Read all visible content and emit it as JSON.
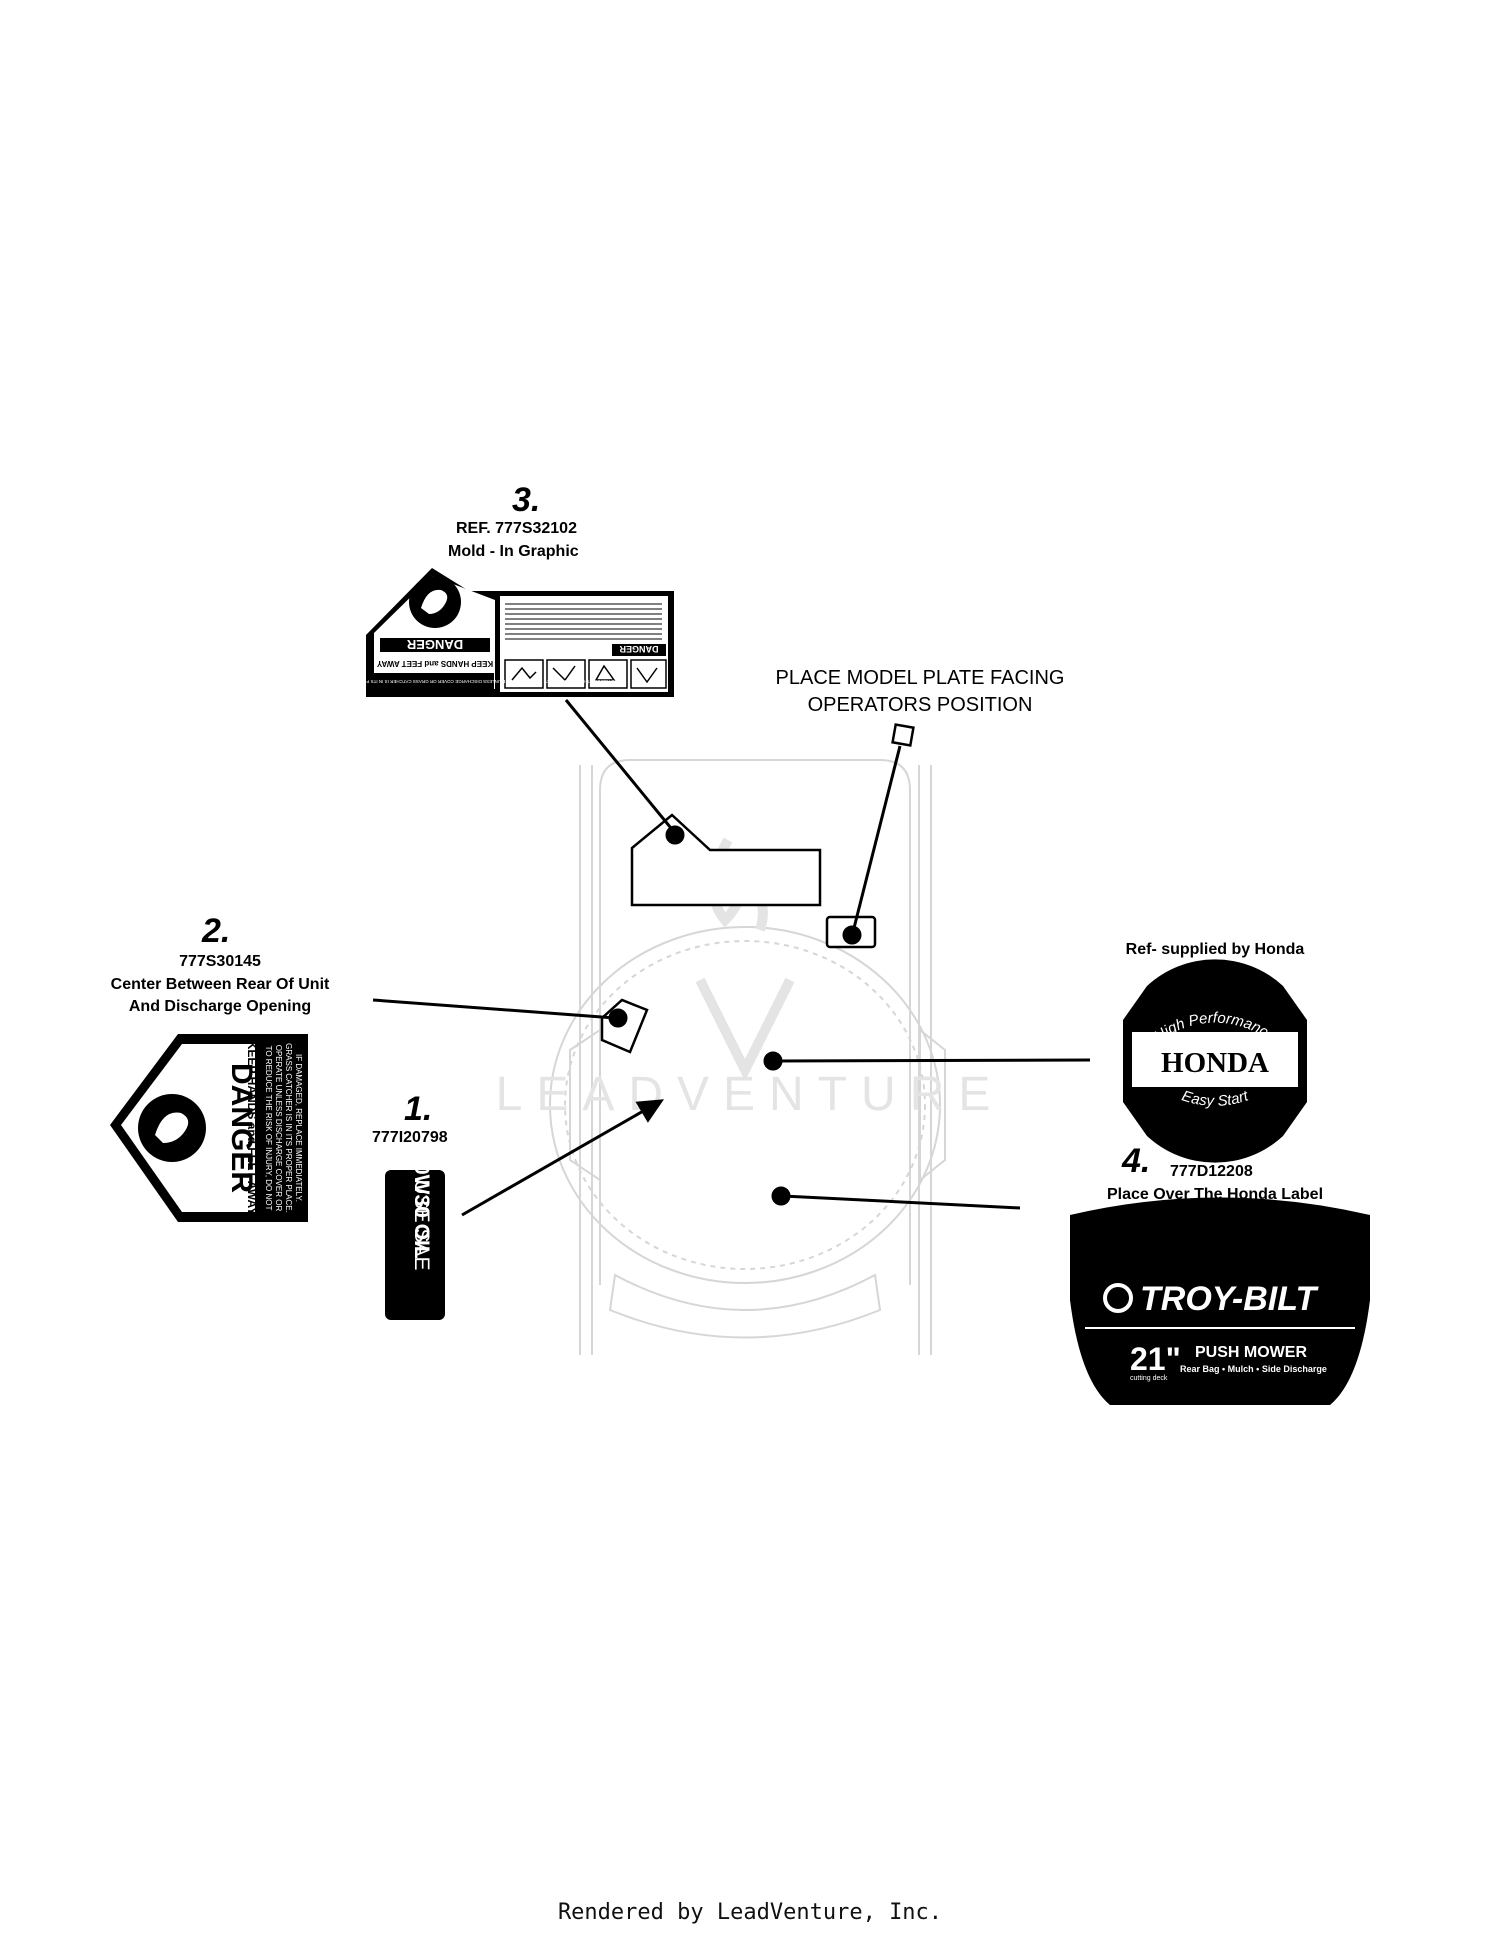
{
  "callouts": {
    "c3": {
      "number": "3.",
      "ref": "REF. 777S32102",
      "note": "Mold - In Graphic"
    },
    "c2": {
      "number": "2.",
      "part": "777S30145",
      "note1": "Center Between Rear Of Unit",
      "note2": "And Discharge Opening"
    },
    "c1": {
      "number": "1.",
      "part": "777I20798"
    },
    "c4": {
      "number": "4.",
      "part": "777D12208",
      "note": "Place Over The Honda Label"
    },
    "model_plate": {
      "line1": "PLACE MODEL PLATE FACING",
      "line2": "OPERATORS POSITION"
    },
    "honda_ref": "Ref- supplied by Honda"
  },
  "decals": {
    "danger_small": {
      "word": "DANGER",
      "subtitle": "KEEP HANDS and FEET AWAY",
      "warning": "TO REDUCE THE RISK OF INJURY, DO NOT OPERATE UNLESS DISCHARGE COVER OR GRASS CATCHER IS IN ITS PROPER PLACE. IF DAMAGED, REPLACE IMMEDIATELY.",
      "panel_head": "DANGER"
    },
    "danger_large": {
      "word": "DANGER",
      "subtitle": "KEEP HANDS and FEET AWAY",
      "warning1": "TO REDUCE THE RISK OF INJURY, DO NOT",
      "warning2": "OPERATE UNLESS DISCHARGE COVER OR",
      "warning3": "GRASS CATCHER IS IN ITS PROPER PLACE.",
      "warning4": "IF DAMAGED, REPLACE IMMEDIATELY."
    },
    "oil": {
      "line1": "USE SAE",
      "line2": "10W30 OIL"
    },
    "honda": {
      "brand": "HONDA",
      "top_arc": "High Performance",
      "bottom_arc": "Easy Start"
    },
    "troybilt": {
      "brand": "TROY-BILT",
      "size": "21\"",
      "size_sub": "cutting deck",
      "product": "PUSH MOWER",
      "features": "Rear Bag • Mulch • Side Discharge"
    }
  },
  "watermark": "LEADVENTURE",
  "footer": "Rendered by LeadVenture, Inc."
}
